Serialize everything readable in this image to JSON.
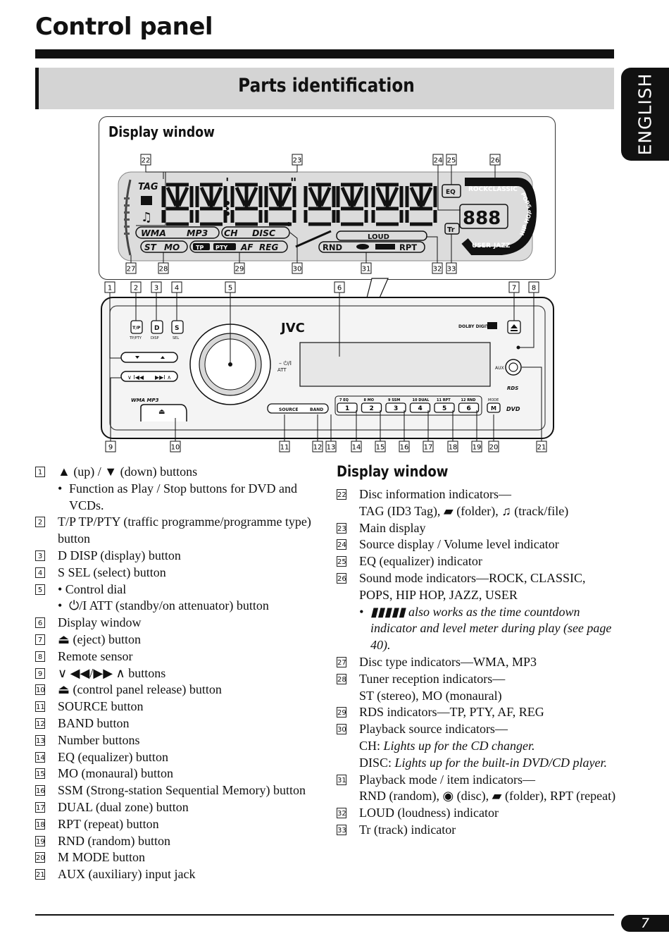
{
  "header": {
    "title": "Control panel",
    "section_title": "Parts identification",
    "language_tab": "ENGLISH"
  },
  "display_window_title": "Display window",
  "lcd": {
    "tag": "TAG",
    "disc_types": [
      "WMA",
      "MP3"
    ],
    "sources": [
      "CH",
      "DISC"
    ],
    "tuner": [
      "ST",
      "MO"
    ],
    "rds": [
      "TP",
      "PTY",
      "AF",
      "REG"
    ],
    "loud": "LOUD",
    "rnd": "RND",
    "rpt": "RPT",
    "eq": "EQ",
    "tr": "Tr",
    "sound_modes": [
      "ROCK",
      "CLASSIC",
      "POPS",
      "HIP HOP",
      "USER",
      "JAZZ"
    ],
    "source_digits": "888",
    "main_digits": "88:88.8\"8888"
  },
  "panel": {
    "brand": "JVC",
    "tp_label": "T/P",
    "tp_caption": "TP/PTY",
    "d_label": "D",
    "d_caption": "DISP",
    "s_label": "S",
    "s_caption": "SEL",
    "att_label": "ATT",
    "aux_label": "AUX",
    "source_label": "SOURCE",
    "band_label": "BAND",
    "mode_caption": "MODE",
    "mode_label": "M",
    "wma_mp3_label": "WMA MP3",
    "rds_label": "RDS",
    "dolby_label": "DOLBY DIGITAL",
    "dvd_label": "DVD",
    "number_buttons": [
      {
        "label": "1",
        "caption": "7 EQ"
      },
      {
        "label": "2",
        "caption": "8 MO"
      },
      {
        "label": "3",
        "caption": "9 SSM"
      },
      {
        "label": "4",
        "caption": "10 DUAL"
      },
      {
        "label": "5",
        "caption": "11 RPT"
      },
      {
        "label": "6",
        "caption": "12 RND"
      }
    ]
  },
  "callouts_top": [
    "22",
    "23",
    "24",
    "25",
    "26"
  ],
  "callouts_lcd_bottom": [
    "27",
    "28",
    "29",
    "30",
    "31",
    "32",
    "33"
  ],
  "callouts_panel_top": [
    "1",
    "2",
    "3",
    "4",
    "5",
    "6",
    "7",
    "8"
  ],
  "callouts_panel_bottom": [
    "9",
    "10",
    "11",
    "12",
    "13",
    "14",
    "15",
    "16",
    "17",
    "18",
    "19",
    "20",
    "21"
  ],
  "left_list": [
    {
      "n": "1",
      "text": "▲ (up) / ▼ (down) buttons",
      "sub": "Function as Play / Stop buttons for DVD and VCDs."
    },
    {
      "n": "2",
      "text": "T/P TP/PTY (traffic programme/programme type) button"
    },
    {
      "n": "3",
      "text": "D DISP (display) button"
    },
    {
      "n": "4",
      "text": "S SEL (select) button"
    },
    {
      "n": "5",
      "text": "• Control dial",
      "sub": "⏻/I ATT (standby/on attenuator) button"
    },
    {
      "n": "6",
      "text": "Display window"
    },
    {
      "n": "7",
      "text": "⏏ (eject) button"
    },
    {
      "n": "8",
      "text": "Remote sensor"
    },
    {
      "n": "9",
      "text": "∨ ◀◀/▶▶ ∧ buttons"
    },
    {
      "n": "10",
      "text": "⏏ (control panel release) button"
    },
    {
      "n": "11",
      "text": "SOURCE button"
    },
    {
      "n": "12",
      "text": "BAND button"
    },
    {
      "n": "13",
      "text": "Number buttons"
    },
    {
      "n": "14",
      "text": "EQ (equalizer) button"
    },
    {
      "n": "15",
      "text": "MO (monaural) button"
    },
    {
      "n": "16",
      "text": "SSM (Strong-station Sequential Memory) button"
    },
    {
      "n": "17",
      "text": "DUAL (dual zone) button"
    },
    {
      "n": "18",
      "text": "RPT (repeat) button"
    },
    {
      "n": "19",
      "text": "RND (random) button"
    },
    {
      "n": "20",
      "text": "M MODE button"
    },
    {
      "n": "21",
      "text": "AUX (auxiliary) input jack"
    }
  ],
  "right_title": "Display window",
  "right_list": [
    {
      "n": "22",
      "text": "Disc information indicators—",
      "line2": "TAG (ID3 Tag), ▰ (folder), ♫ (track/file)"
    },
    {
      "n": "23",
      "text": "Main display"
    },
    {
      "n": "24",
      "text": "Source display / Volume level indicator"
    },
    {
      "n": "25",
      "text": "EQ (equalizer) indicator"
    },
    {
      "n": "26",
      "text": "Sound mode indicators—ROCK, CLASSIC, POPS, HIP HOP, JAZZ, USER",
      "sub_italic": "▮▮▮▮▮ also works as the time countdown indicator and level meter during play (see page 40)."
    },
    {
      "n": "27",
      "text": "Disc type indicators—WMA, MP3"
    },
    {
      "n": "28",
      "text": "Tuner reception indicators—",
      "line2": "ST (stereo), MO (monaural)"
    },
    {
      "n": "29",
      "text": "RDS indicators—TP, PTY, AF, REG"
    },
    {
      "n": "30",
      "text": "Playback source indicators—",
      "line2a": "CH: ",
      "line2b": "Lights up for the CD changer.",
      "line3a": "DISC: ",
      "line3b": "Lights up for the built-in DVD/CD player."
    },
    {
      "n": "31",
      "text": "Playback mode / item indicators—",
      "line2": "RND (random), ◉ (disc), ▰ (folder), RPT (repeat)"
    },
    {
      "n": "32",
      "text": "LOUD (loudness) indicator"
    },
    {
      "n": "33",
      "text": "Tr (track) indicator"
    }
  ],
  "page_number": "7"
}
